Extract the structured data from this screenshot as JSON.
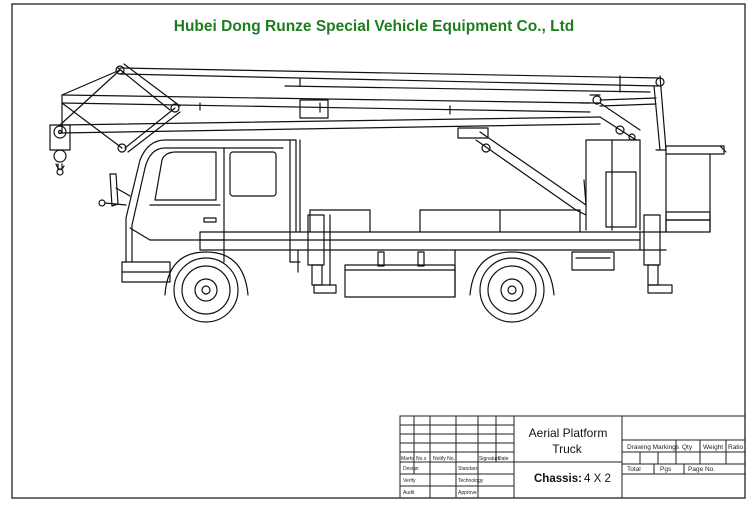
{
  "title": "Hubei Dong Runze Special Vehicle Equipment Co., Ltd",
  "title_color": "#1e7d1e",
  "title_block": {
    "name_line1": "Aerial Platform",
    "name_line2": "Truck",
    "chassis_label": "Chassis:",
    "chassis_value": "4 X 2",
    "header_cols": [
      "Marks",
      "No.s",
      "Notify No.",
      "Signature",
      "Date"
    ],
    "row_labels": [
      "Design",
      "Verify",
      "Audit"
    ],
    "mid_labels": [
      "Standard",
      "Technology",
      "Approve"
    ],
    "right_top": [
      "Drawing Markings",
      "Qty",
      "Weight",
      "Ratio"
    ],
    "right_bottom": [
      "Total",
      "Pgs",
      "Page No."
    ]
  },
  "icons": {
    "truck": "aerial-platform-truck-drawing"
  }
}
